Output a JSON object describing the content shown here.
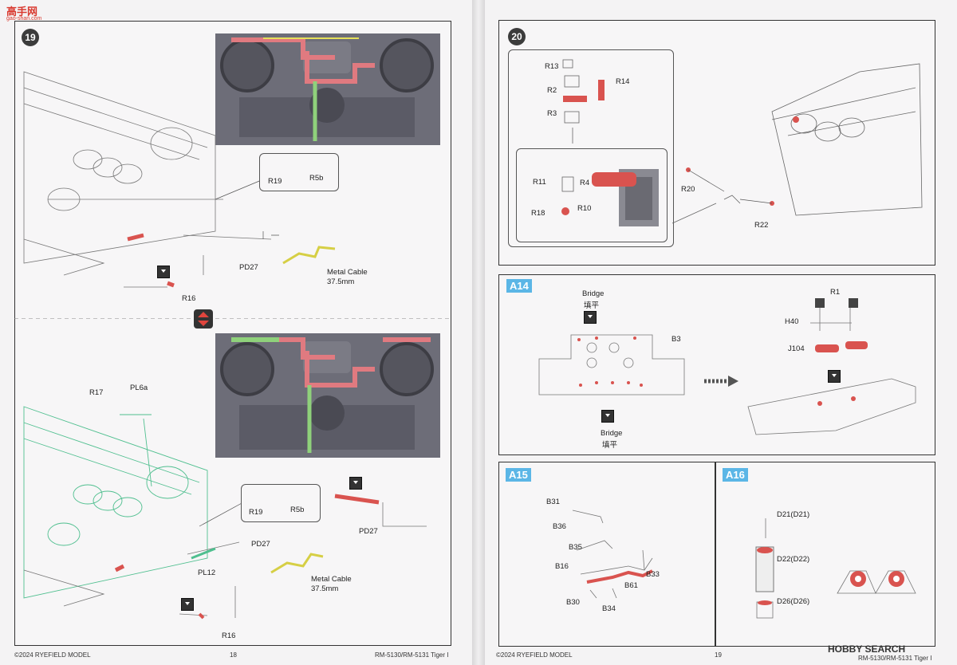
{
  "left_page": {
    "watermark_logo": "高手网",
    "watermark_url": "gao-shan.com",
    "step": "19",
    "labels_top": {
      "r19": "R19",
      "r5b": "R5b",
      "pd27": "PD27",
      "metal_cable": "Metal Cable",
      "cable_len": "37.5mm",
      "r16": "R16"
    },
    "labels_bottom": {
      "r17": "R17",
      "pl6a": "PL6a",
      "r19": "R19",
      "r5b": "R5b",
      "pd27_a": "PD27",
      "pd27_b": "PD27",
      "pl12": "PL12",
      "metal_cable": "Metal Cable",
      "cable_len": "37.5mm",
      "r16": "R16"
    },
    "footer_left": "©2024 RYEFIELD MODEL",
    "page_number": "18",
    "footer_right": "RM-5130/RM-5131 Tiger I"
  },
  "right_page": {
    "step20": {
      "step": "20",
      "labels": {
        "r13": "R13",
        "r2": "R2",
        "r3": "R3",
        "r14": "R14",
        "r11": "R11",
        "r4": "R4",
        "r18": "R18",
        "r10": "R10",
        "r20": "R20",
        "r22": "R22"
      }
    },
    "a14": {
      "tag": "A14",
      "bridge_top": "Bridge",
      "bridge_top_cn": "填平",
      "b3": "B3",
      "bridge_bottom": "Bridge",
      "bridge_bottom_cn": "填平",
      "r1": "R1",
      "h40": "H40",
      "j104": "J104"
    },
    "a15": {
      "tag": "A15",
      "b31": "B31",
      "b36": "B36",
      "b35": "B35",
      "b16": "B16",
      "b33": "B33",
      "b61": "B61",
      "b30": "B30",
      "b34": "B34"
    },
    "a16": {
      "tag": "A16",
      "d21": "D21(D21)",
      "d22": "D22(D22)",
      "d26": "D26(D26)"
    },
    "footer_left": "©2024 RYEFIELD MODEL",
    "page_number": "19",
    "footer_right": "RM-5130/RM-5131 Tiger I",
    "brand": "HOBBY SEARCH"
  },
  "colors": {
    "accent_tag": "#5bb6e6",
    "highlight_red": "#d9534f",
    "highlight_green": "#7dc36b",
    "highlight_yellow": "#e6e05a",
    "outline_green": "#4fbf8f"
  }
}
